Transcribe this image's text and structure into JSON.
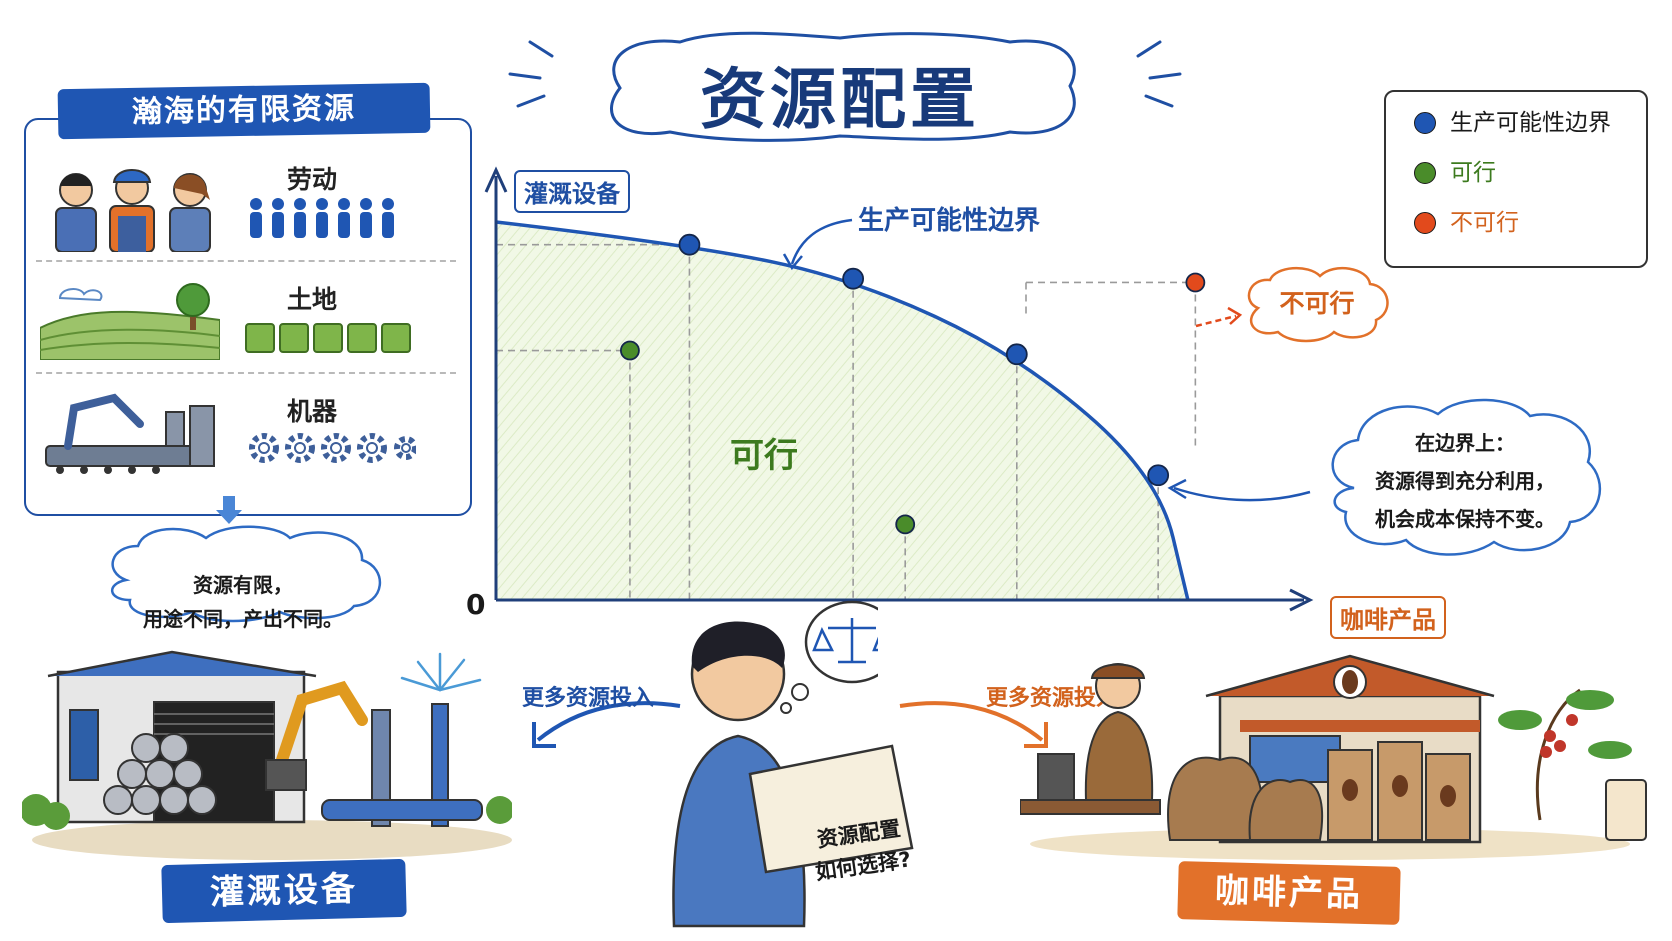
{
  "title": "资源配置",
  "resources": {
    "banner": "瀚海的有限资源",
    "items": [
      {
        "label": "劳动",
        "count": 7
      },
      {
        "label": "土地",
        "count": 5
      },
      {
        "label": "机器",
        "count": 5
      }
    ],
    "note": [
      "资源有限，",
      "用途不同，产出不同。"
    ]
  },
  "legend": {
    "items": [
      {
        "label": "生产可能性边界",
        "color": "#1f56b3"
      },
      {
        "label": "可行",
        "color": "#4a8c2a"
      },
      {
        "label": "不可行",
        "color": "#e24a1c"
      }
    ]
  },
  "chart_data": {
    "type": "scatter",
    "xlabel": "咖啡产品",
    "ylabel": "灌溉设备",
    "origin_label": "0",
    "frontier_label": "生产可能性边界",
    "region_label": "可行",
    "frontier_points": [
      [
        0.26,
        0.94
      ],
      [
        0.48,
        0.85
      ],
      [
        0.7,
        0.65
      ],
      [
        0.89,
        0.33
      ]
    ],
    "feasible_points": [
      [
        0.18,
        0.66
      ],
      [
        0.55,
        0.2
      ]
    ],
    "infeasible_points": [
      [
        0.94,
        0.84
      ]
    ],
    "infeasible_label": "不可行",
    "annotation": [
      "在边界上：",
      "资源得到充分利用，",
      "机会成本保持不变。"
    ]
  },
  "bottom": {
    "left_arrow_label": "更多资源投入",
    "right_arrow_label": "更多资源投入",
    "left_banner": "灌溉设备",
    "right_banner": "咖啡产品",
    "paper": [
      "资源配置",
      "如何选择?"
    ]
  },
  "colors": {
    "blue": "#1f56b3",
    "orange": "#e2712a",
    "green": "#4a8c2a",
    "red": "#e24a1c"
  }
}
